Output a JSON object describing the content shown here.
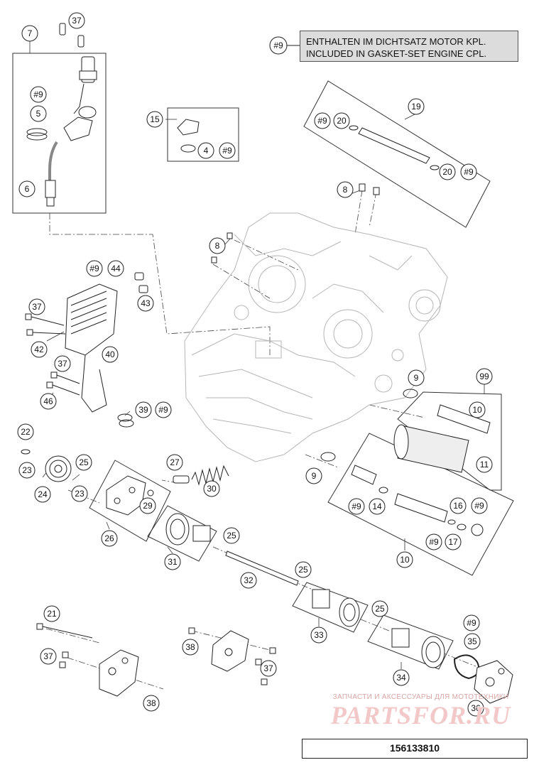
{
  "note": {
    "ref": "#9",
    "line1": "ENTHALTEN IM DICHTSATZ MOTOR KPL.",
    "line2": "INCLUDED IN GASKET-SET ENGINE CPL."
  },
  "callouts": [
    {
      "label": "7"
    },
    {
      "label": "37"
    },
    {
      "label": "#9"
    },
    {
      "label": "5"
    },
    {
      "label": "6"
    },
    {
      "label": "15"
    },
    {
      "label": "4"
    },
    {
      "label": "#9"
    },
    {
      "label": "19"
    },
    {
      "label": "#9"
    },
    {
      "label": "20"
    },
    {
      "label": "20"
    },
    {
      "label": "#9"
    },
    {
      "label": "8"
    },
    {
      "label": "8"
    },
    {
      "label": "#9"
    },
    {
      "label": "44"
    },
    {
      "label": "37"
    },
    {
      "label": "43"
    },
    {
      "label": "42"
    },
    {
      "label": "40"
    },
    {
      "label": "37"
    },
    {
      "label": "46"
    },
    {
      "label": "39"
    },
    {
      "label": "#9"
    },
    {
      "label": "9"
    },
    {
      "label": "99"
    },
    {
      "label": "10"
    },
    {
      "label": "11"
    },
    {
      "label": "22"
    },
    {
      "label": "23"
    },
    {
      "label": "25"
    },
    {
      "label": "27"
    },
    {
      "label": "24"
    },
    {
      "label": "23"
    },
    {
      "label": "30"
    },
    {
      "label": "29"
    },
    {
      "label": "26"
    },
    {
      "label": "9"
    },
    {
      "label": "#9"
    },
    {
      "label": "14"
    },
    {
      "label": "16"
    },
    {
      "label": "#9"
    },
    {
      "label": "#9"
    },
    {
      "label": "17"
    },
    {
      "label": "10"
    },
    {
      "label": "25"
    },
    {
      "label": "31"
    },
    {
      "label": "25"
    },
    {
      "label": "32"
    },
    {
      "label": "33"
    },
    {
      "label": "25"
    },
    {
      "label": "#9"
    },
    {
      "label": "35"
    },
    {
      "label": "34"
    },
    {
      "label": "36"
    },
    {
      "label": "21"
    },
    {
      "label": "37"
    },
    {
      "label": "38"
    },
    {
      "label": "37"
    },
    {
      "label": "38"
    }
  ],
  "watermark": {
    "tagline": "ЗАПЧАСТИ И АКСЕССУАРЫ ДЛЯ МОТОТЕХНИКИ",
    "logo": "PARTSFOR.RU"
  },
  "footer": {
    "code": "156133810"
  }
}
